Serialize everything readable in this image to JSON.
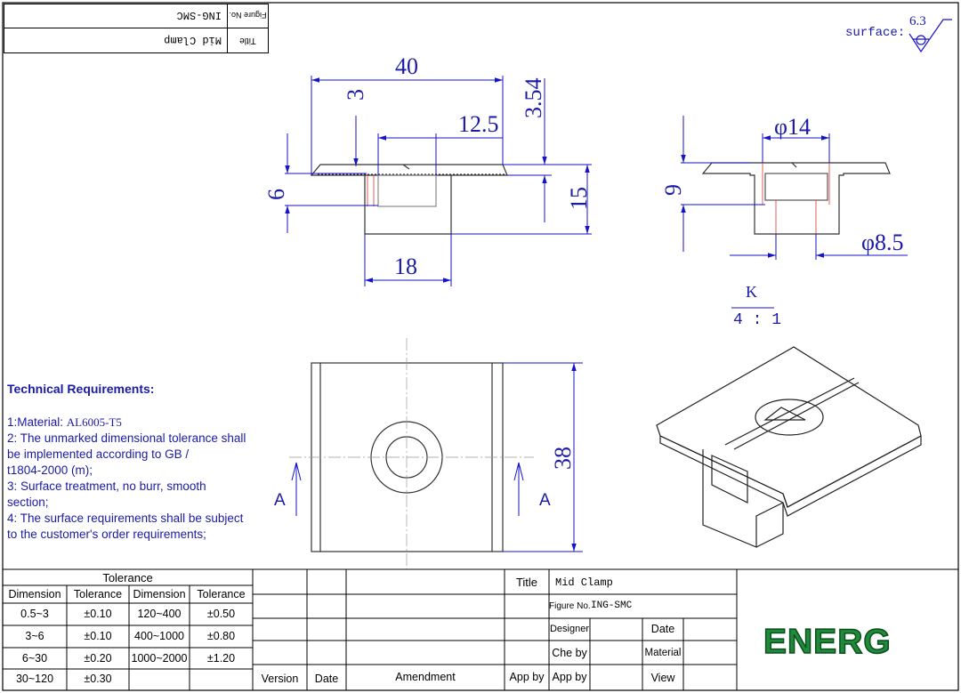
{
  "header": {
    "figure_no_label": "Figure No.",
    "figure_no": "ING-SMC",
    "title_label": "Title",
    "title": "Mid Clamp",
    "surface_label": "surface:",
    "surface_value": "6.3"
  },
  "dimensions": {
    "d40": "40",
    "d3": "3",
    "d12_5": "12.5",
    "d3_54": "3.54",
    "d6": "6",
    "d15": "15",
    "d18": "18",
    "phi14": "φ14",
    "d9": "9",
    "phi8_5": "φ8.5",
    "d38": "38",
    "section_a": "A",
    "detail_k": "K",
    "scale": "4 : 1"
  },
  "tech": {
    "title": "Technical Requirements:",
    "material_label": "1:Material: ",
    "material_value": "AL6005-T5",
    "line2a": "2: The unmarked dimensional tolerance shall",
    "line2b": "be implemented according to GB /",
    "line2c": "t1804-2000 (m);",
    "line3a": "3: Surface treatment, no burr, smooth",
    "line3b": "section;",
    "line4a": "4: The surface requirements shall be subject",
    "line4b": "to the customer's order requirements;"
  },
  "tolerance": {
    "title": "Tolerance",
    "headers": [
      "Dimension",
      "Tolerance",
      "Dimension",
      "Tolerance"
    ],
    "rows": [
      [
        "0.5~3",
        "±0.10",
        "120~400",
        "±0.50"
      ],
      [
        "3~6",
        "±0.10",
        "400~1000",
        "±0.80"
      ],
      [
        "6~30",
        "±0.20",
        "1000~2000",
        "±1.20"
      ],
      [
        "30~120",
        "±0.30",
        "",
        ""
      ]
    ]
  },
  "revision": {
    "version": "Version",
    "date": "Date",
    "amendment": "Amendment",
    "app_by": "App by"
  },
  "title_block": {
    "title_label": "Title",
    "title_value": "Mid Clamp",
    "figure_no_label": "Figure No.",
    "figure_no_value": "ING-SMC",
    "designer": "Designer",
    "date": "Date",
    "che_by": "Che by",
    "material": "Material",
    "app_by": "App by",
    "view": "View"
  },
  "logo": "ENERG",
  "colors": {
    "dimension_blue": "#1a1aa6",
    "centerline_red": "#e23030",
    "logo_green": "#1f8a3a"
  }
}
